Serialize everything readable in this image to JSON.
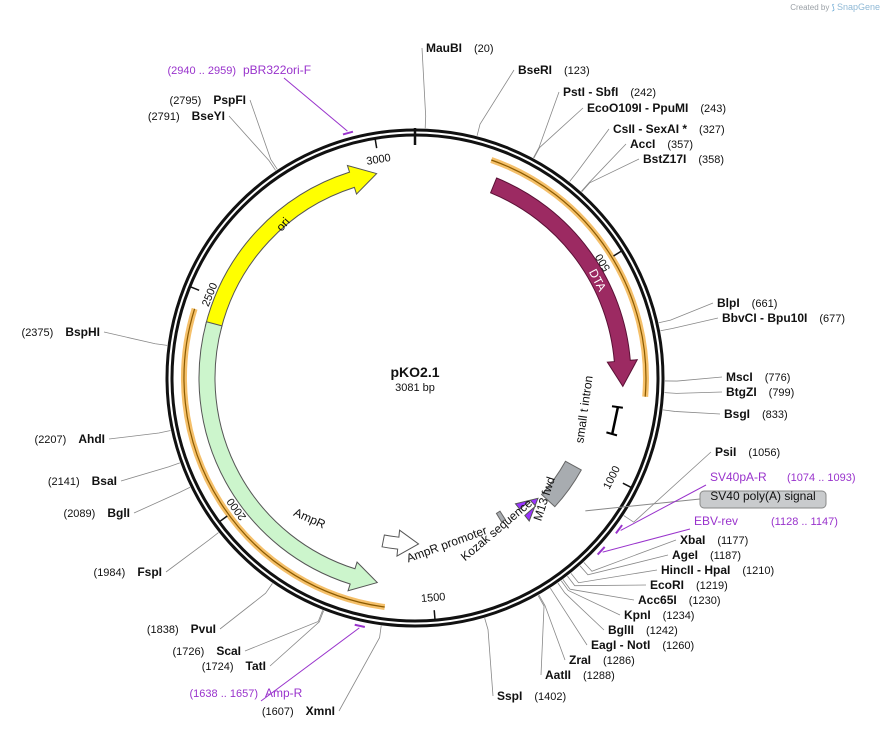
{
  "branding": {
    "created_by": "Created by",
    "app": "SnapGene"
  },
  "plasmid": {
    "name": "pKO2.1",
    "length_label": "3081 bp",
    "length": 3081
  },
  "ring": {
    "ticks": [
      {
        "pos": 500,
        "label": "500"
      },
      {
        "pos": 1000,
        "label": "1000"
      },
      {
        "pos": 1500,
        "label": "1500"
      },
      {
        "pos": 2000,
        "label": "2000"
      },
      {
        "pos": 2500,
        "label": "2500"
      },
      {
        "pos": 3000,
        "label": "3000"
      }
    ]
  },
  "features": [
    {
      "id": "ori",
      "label": "ori",
      "start": 2430,
      "end": 2990,
      "direction": "cw",
      "color": "#ffff00",
      "ring": "inner",
      "orange_halo": false
    },
    {
      "id": "dta",
      "label": "DTA",
      "start": 190,
      "end": 790,
      "direction": "cw",
      "color": "#9c2a62",
      "ring": "inner",
      "orange_halo": true
    },
    {
      "id": "ampr",
      "label": "AmpR",
      "start": 1630,
      "end": 2440,
      "direction": "ccw",
      "color": "#ccf5cc",
      "ring": "inner",
      "orange_halo": true
    },
    {
      "id": "ampr-promoter",
      "label": "AmpR promoter",
      "start": 1530,
      "end": 1635,
      "direction": "ccw",
      "color": "#ffffff",
      "ring": "inner",
      "orange_halo": false
    },
    {
      "id": "small-t-intron",
      "label": "small t intron",
      "start": 840,
      "end": 906,
      "direction": "none",
      "color": "#000000",
      "ring": "inner",
      "orange_halo": false
    },
    {
      "id": "sv40-polya",
      "label": "SV40 poly(A) signal",
      "start": 1018,
      "end": 1135,
      "direction": "none",
      "color": "#a8acb0",
      "ring": "inner",
      "orange_halo": false
    },
    {
      "id": "m13-fwd",
      "label": "M13 fwd",
      "start": 1150,
      "end": 1170,
      "direction": "ccw",
      "color": "#9933ff",
      "ring": "inner",
      "orange_halo": false
    },
    {
      "id": "kozak",
      "label": "Kozak sequence",
      "start": 1262,
      "end": 1275,
      "direction": "none",
      "color": "#a8acb0",
      "ring": "inner",
      "orange_halo": false
    }
  ],
  "enzymes": [
    {
      "name": "MauBI",
      "pos_label": "(20)",
      "site": 20
    },
    {
      "name": "BseRI",
      "pos_label": "(123)",
      "site": 123
    },
    {
      "name": "PstI  -  SbfI",
      "pos_label": "(242)",
      "site": 242
    },
    {
      "name": "EcoO109I  -  PpuMI",
      "pos_label": "(243)",
      "site": 243
    },
    {
      "name": "CsII  -  SexAI *",
      "pos_label": "(327)",
      "site": 327
    },
    {
      "name": "AccI",
      "pos_label": "(357)",
      "site": 357
    },
    {
      "name": "BstZ17I",
      "pos_label": "(358)",
      "site": 358
    },
    {
      "name": "BlpI",
      "pos_label": "(661)",
      "site": 661
    },
    {
      "name": "BbvCI  -  Bpu10I",
      "pos_label": "(677)",
      "site": 677
    },
    {
      "name": "MscI",
      "pos_label": "(776)",
      "site": 776
    },
    {
      "name": "BtgZI",
      "pos_label": "(799)",
      "site": 799
    },
    {
      "name": "BsgI",
      "pos_label": "(833)",
      "site": 833
    },
    {
      "name": "PsiI",
      "pos_label": "(1056)",
      "site": 1056
    },
    {
      "name": "XbaI",
      "pos_label": "(1177)",
      "site": 1177
    },
    {
      "name": "AgeI",
      "pos_label": "(1187)",
      "site": 1187
    },
    {
      "name": "HincII  -  HpaI",
      "pos_label": "(1210)",
      "site": 1210
    },
    {
      "name": "EcoRI",
      "pos_label": "(1219)",
      "site": 1219
    },
    {
      "name": "Acc65I",
      "pos_label": "(1230)",
      "site": 1230
    },
    {
      "name": "KpnI",
      "pos_label": "(1234)",
      "site": 1234
    },
    {
      "name": "BglII",
      "pos_label": "(1242)",
      "site": 1242
    },
    {
      "name": "EagI  -  NotI",
      "pos_label": "(1260)",
      "site": 1260
    },
    {
      "name": "ZraI",
      "pos_label": "(1286)",
      "site": 1286
    },
    {
      "name": "AatII",
      "pos_label": "(1288)",
      "site": 1288
    },
    {
      "name": "SspI",
      "pos_label": "(1402)",
      "site": 1402
    },
    {
      "name": "XmnI",
      "pos_label": "(1607)",
      "site": 1607
    },
    {
      "name": "TatI",
      "pos_label": "(1724)",
      "site": 1724
    },
    {
      "name": "ScaI",
      "pos_label": "(1726)",
      "site": 1726
    },
    {
      "name": "PvuI",
      "pos_label": "(1838)",
      "site": 1838
    },
    {
      "name": "FspI",
      "pos_label": "(1984)",
      "site": 1984
    },
    {
      "name": "BglI",
      "pos_label": "(2089)",
      "site": 2089
    },
    {
      "name": "BsaI",
      "pos_label": "(2141)",
      "site": 2141
    },
    {
      "name": "AhdI",
      "pos_label": "(2207)",
      "site": 2207
    },
    {
      "name": "BspHI",
      "pos_label": "(2375)",
      "site": 2375
    },
    {
      "name": "BseYI",
      "pos_label": "(2791)",
      "site": 2791
    },
    {
      "name": "PspFI",
      "pos_label": "(2795)",
      "site": 2795
    }
  ],
  "primers": [
    {
      "name": "pBR322ori-F",
      "range_label": "(2940 .. 2959)",
      "site": 2950,
      "color": "#9933cc"
    },
    {
      "name": "SV40pA-R",
      "range_label": "(1074 .. 1093)",
      "site": 1083,
      "color": "#9933cc"
    },
    {
      "name": "EBV-rev",
      "range_label": "(1128 .. 1147)",
      "site": 1137,
      "color": "#9933cc"
    },
    {
      "name": "Amp-R",
      "range_label": "(1638 .. 1657)",
      "site": 1648,
      "color": "#9933cc"
    }
  ],
  "colors": {
    "ring": "#111111",
    "enzyme_line": "#888888",
    "primer": "#9933cc",
    "halo": "#f5c06a"
  }
}
